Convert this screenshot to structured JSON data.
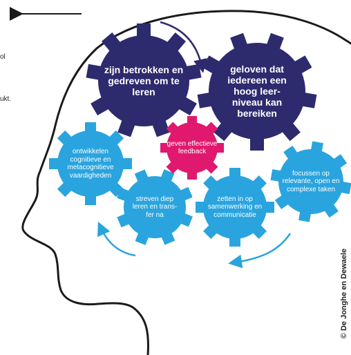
{
  "left_fragments": [
    "ol",
    "ukt."
  ],
  "gears": {
    "involved": "zijn betrokken en gedreven om te leren",
    "believe": "geloven dat iedereen een hoog leer-niveau kan bereiken",
    "feedback": "geven effectieve feedback",
    "metacognitive": "ontwikkelen cognitieve en metacognitieve vaardigheden",
    "deep": "streven diep leren en trans-fer na",
    "cooperation": "zetten in op samenwerking en communicatie",
    "tasks": "focussen op relevante, open en complexe taken"
  },
  "copyright": "© De Jonghe en Dewaele",
  "colors": {
    "dark_gear": "#2e2a6e",
    "light_gear": "#2aa4de",
    "accent_gear": "#e0196e",
    "outline": "#1a1a1a",
    "arrow": "#2aa4de"
  }
}
